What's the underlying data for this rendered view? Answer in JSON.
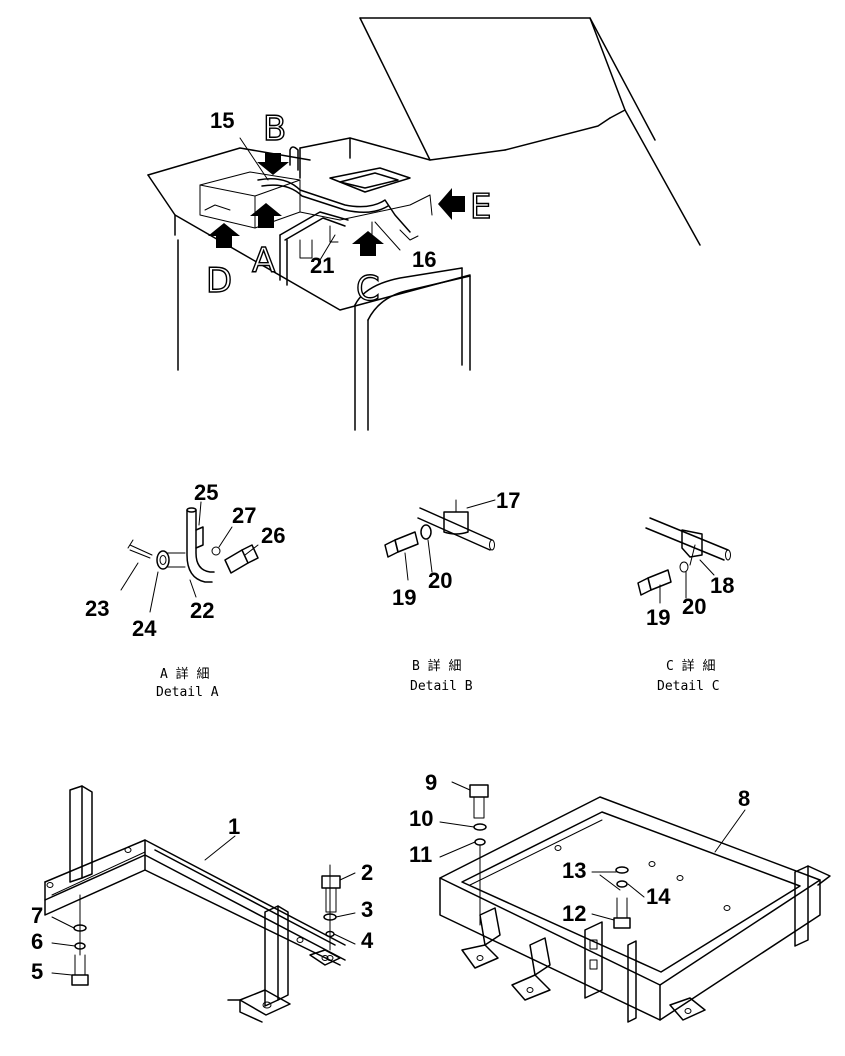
{
  "callouts": {
    "c1": "1",
    "c2": "2",
    "c3": "3",
    "c4": "4",
    "c5": "5",
    "c6": "6",
    "c7": "7",
    "c8": "8",
    "c9": "9",
    "c10": "10",
    "c11": "11",
    "c12": "12",
    "c13": "13",
    "c14": "14",
    "c15": "15",
    "c16": "16",
    "c17": "17",
    "c18": "18",
    "c19b": "19",
    "c19c": "19",
    "c20b": "20",
    "c20c": "20",
    "c21": "21",
    "c22": "22",
    "c23": "23",
    "c24": "24",
    "c25": "25",
    "c26": "26",
    "c27": "27"
  },
  "view_letters": {
    "a": "A",
    "b": "B",
    "c": "C",
    "d": "D",
    "e": "E"
  },
  "captions": {
    "detail_a_jp": "A 詳 細",
    "detail_a_en": "Detail A",
    "detail_b_jp": "B 詳 細",
    "detail_b_en": "Detail B",
    "detail_c_jp": "C 詳 細",
    "detail_c_en": "Detail C"
  },
  "icons": {
    "arrow_b": "view-arrow-down-icon",
    "arrow_a": "view-arrow-up-icon",
    "arrow_d": "view-arrow-up-icon",
    "arrow_c": "view-arrow-up-icon",
    "arrow_e": "view-arrow-left-icon"
  }
}
